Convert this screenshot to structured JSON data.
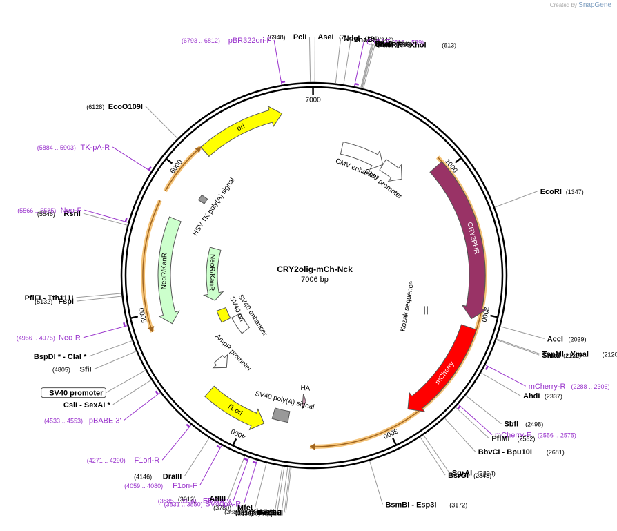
{
  "credit": {
    "prefix": "Created by",
    "brand": "SnapGene"
  },
  "plasmid": {
    "name": "CRY2olig-mCh-Nck",
    "length_label": "7006 bp",
    "total_bp": 7006
  },
  "ticks": [
    {
      "bp": 1000,
      "label": "1000"
    },
    {
      "bp": 2000,
      "label": "2000"
    },
    {
      "bp": 3000,
      "label": "3000"
    },
    {
      "bp": 4000,
      "label": "4000"
    },
    {
      "bp": 5000,
      "label": "5000"
    },
    {
      "bp": 6000,
      "label": "6000"
    },
    {
      "bp": 7000,
      "label": "7000"
    }
  ],
  "features": [
    {
      "name": "CMV enhancer",
      "start": 240,
      "end": 619,
      "dir": "cw",
      "color": "#ffffff",
      "label": "CMV enhancer"
    },
    {
      "name": "CMV promoter",
      "start": 620,
      "end": 823,
      "dir": "cw",
      "color": "#ffffff",
      "label": "CMV promoter"
    },
    {
      "name": "CRY2PHR",
      "start": 940,
      "end": 2050,
      "dir": "cw",
      "color": "#993366",
      "label": "CRY2PHR"
    },
    {
      "name": "mCherry",
      "start": 2110,
      "end": 2820,
      "dir": "cw",
      "color": "#ff0000",
      "label": "mCherry"
    },
    {
      "name": "HA",
      "start": 3575,
      "end": 3603,
      "dir": "ccw",
      "color": "#cc99b2",
      "label": "HA"
    },
    {
      "name": "SV40 poly(A) signal",
      "start": 3700,
      "end": 3821,
      "dir": "none",
      "color": "#999999",
      "label": "SV40 poly(A) signal"
    },
    {
      "name": "f1 ori",
      "start": 3867,
      "end": 4322,
      "dir": "ccw",
      "color": "#ffff00",
      "label": "f1 ori"
    },
    {
      "name": "AmpR promoter",
      "start": 4350,
      "end": 4454,
      "dir": "ccw",
      "color": "#ffffff",
      "label": "AmpR promoter"
    },
    {
      "name": "SV40 enhancer",
      "start": 4500,
      "end": 4726,
      "dir": "none",
      "color": "#ffffff",
      "label": "SV40 enhancer"
    },
    {
      "name": "SV40 ori",
      "start": 4730,
      "end": 4865,
      "dir": "none",
      "color": "#ffff00",
      "label": "SV40 ori"
    },
    {
      "name": "NeoR/KanR",
      "start": 4890,
      "end": 5684,
      "dir": "ccw",
      "color": "#ccffcc",
      "label": "NeoR/KanR"
    },
    {
      "name": "HSV TK poly(A) signal",
      "start": 5900,
      "end": 5948,
      "dir": "none",
      "color": "#999999",
      "label": "HSV TK poly(A) signal"
    },
    {
      "name": "ori",
      "start": 6200,
      "end": 6788,
      "dir": "cw",
      "color": "#ffff00",
      "label": "ori"
    }
  ],
  "orfs": [
    {
      "start": 900,
      "end": 3530,
      "dir": "cw",
      "label": ""
    },
    {
      "start": 4880,
      "end": 5760,
      "dir": "ccw",
      "label": ""
    },
    {
      "start": 5830,
      "end": 6200,
      "dir": "cw",
      "label": ""
    }
  ],
  "internal_labels": [
    {
      "name": "Kozak sequence",
      "bp": 2087,
      "label": "Kozak sequence"
    }
  ],
  "sites": [
    {
      "name": "PciI",
      "pos": "(6948)",
      "ang": -0.019
    },
    {
      "name": "AseI",
      "pos": "(7)",
      "ang": 0.004
    },
    {
      "name": "NdeI",
      "pos": "(234)",
      "ang": 0.112
    },
    {
      "name": "SnaBI",
      "pos": "(340)",
      "ang": 0.154
    },
    {
      "name": "CMV-F",
      "pos": "(519 .. 539)",
      "ang": 0.21,
      "primer": true
    },
    {
      "name": "NheI",
      "pos": "(591)",
      "ang": 0.244
    },
    {
      "name": "BmtI",
      "pos": "(595)",
      "ang": 0.248
    },
    {
      "name": "AfeI",
      "pos": "(596)",
      "ang": 0.252
    },
    {
      "name": "PaeR7I",
      "pos": "",
      "ang": 0.258
    },
    {
      "name": "- XhoI",
      "pos": "(613)",
      "ang": 0.258,
      "inline_after": "PaeR7I"
    },
    {
      "name": "EcoRI",
      "pos": "(1347)",
      "ang": 1.21
    },
    {
      "name": "AccI",
      "pos": "(2039)",
      "ang": 1.838
    },
    {
      "name": "TspMI",
      "pos": "",
      "ang": 1.905
    },
    {
      "name": "- XmaI",
      "pos": "(2120)",
      "ang": 1.905,
      "inline_after": "TspMI"
    },
    {
      "name": "SmaI",
      "pos": "(2122)",
      "ang": 1.91
    },
    {
      "name": "mCherry-R",
      "pos": "(2288 .. 2306)",
      "ang": 2.052,
      "primer": true
    },
    {
      "name": "AhdI",
      "pos": "(2337)",
      "ang": 2.098
    },
    {
      "name": "SbfI",
      "pos": "(2498)",
      "ang": 2.24
    },
    {
      "name": "mCherry-F",
      "pos": "(2556 .. 2575)",
      "ang": 2.3,
      "primer": true
    },
    {
      "name": "PflMI",
      "pos": "(2582)",
      "ang": 2.32
    },
    {
      "name": "BbvCI",
      "pos": "",
      "ang": 2.4
    },
    {
      "name": "- Bpu10I",
      "pos": "(2681)",
      "ang": 2.4,
      "inline_after": "BbvCI"
    },
    {
      "name": "SgrAI",
      "pos": "(2824)",
      "ang": 2.54
    },
    {
      "name": "BsrGI",
      "pos": "(2843)",
      "ang": 2.56
    },
    {
      "name": "BsmBI",
      "pos": "",
      "ang": 2.85
    },
    {
      "name": "- Esp3I",
      "pos": "(3172)",
      "ang": 2.85,
      "inline_after": "BsmBI"
    },
    {
      "name": "Acc65I",
      "pos": "(3634)",
      "ang": 3.26
    },
    {
      "name": "KpnI",
      "pos": "(3638)",
      "ang": 3.266
    },
    {
      "name": "BspEI",
      "pos": "(3654)",
      "ang": 3.278
    },
    {
      "name": "NotI",
      "pos": "(3674)",
      "ang": 3.296
    },
    {
      "name": "XbaI *",
      "pos": "(3684)",
      "ang": 3.306
    },
    {
      "name": "MfeI",
      "pos": "(3780)",
      "ang": 3.39
    },
    {
      "name": "SV40pA-R",
      "pos": "(3831 .. 3850)",
      "ang": 3.44,
      "primer": true
    },
    {
      "name": "EBV-rev",
      "pos": "(3885 .. 3904)",
      "ang": 3.486,
      "primer": true
    },
    {
      "name": "AflIII",
      "pos": "(3912)",
      "ang": 3.508
    },
    {
      "name": "F1ori-F",
      "pos": "(4059 .. 4080)",
      "ang": 3.64,
      "primer": true
    },
    {
      "name": "DraIII",
      "pos": "(4146)",
      "ang": 3.715
    },
    {
      "name": "F1ori-R",
      "pos": "(4271 .. 4290)",
      "ang": 3.83,
      "primer": true
    },
    {
      "name": "pBABE 3'",
      "pos": "(4533 .. 4553)",
      "ang": 4.062,
      "primer": true
    },
    {
      "name": "CsiI",
      "pos": "",
      "ang": 4.142
    },
    {
      "name": "- SexAI *",
      "pos": "",
      "ang": 4.142,
      "inline_after": "CsiI"
    },
    {
      "name": "SV40 promoter",
      "pos": "",
      "ang": 4.2,
      "boxed": true
    },
    {
      "name": "SfiI",
      "pos": "(4805)",
      "ang": 4.31
    },
    {
      "name": "BspDI *",
      "pos": "",
      "ang": 4.368
    },
    {
      "name": "- ClaI *",
      "pos": "",
      "ang": 4.368,
      "inline_after": "BspDI *"
    },
    {
      "name": "Neo-R",
      "pos": "(4956 .. 4975)",
      "ang": 4.45,
      "primer": true
    },
    {
      "name": "FspI",
      "pos": "(5132)",
      "ang": 4.605
    },
    {
      "name": "PflFI",
      "pos": "",
      "ang": 4.62
    },
    {
      "name": "- Tth111I",
      "pos": "",
      "ang": 4.62,
      "inline_after": "PflFI"
    },
    {
      "name": "RsrII",
      "pos": "(5546)",
      "ang": 4.975
    },
    {
      "name": "Neo-F",
      "pos": "(5566 .. 5585)",
      "ang": 4.99,
      "primer": true
    },
    {
      "name": "TK-pA-R",
      "pos": "(5884 .. 5903)",
      "ang": 5.28,
      "primer": true
    },
    {
      "name": "EcoO109I",
      "pos": "(6128)",
      "ang": 5.5
    },
    {
      "name": "pBR322ori-F",
      "pos": "(6793 .. 6812)",
      "ang": 6.115,
      "primer": true
    }
  ],
  "labels": [
    {
      "name": "PciI",
      "text": "PciI",
      "pos": "(6948)",
      "side": "left"
    },
    {
      "name": "AseI",
      "text": "AseI",
      "pos": "(7)",
      "side": "right"
    }
  ]
}
